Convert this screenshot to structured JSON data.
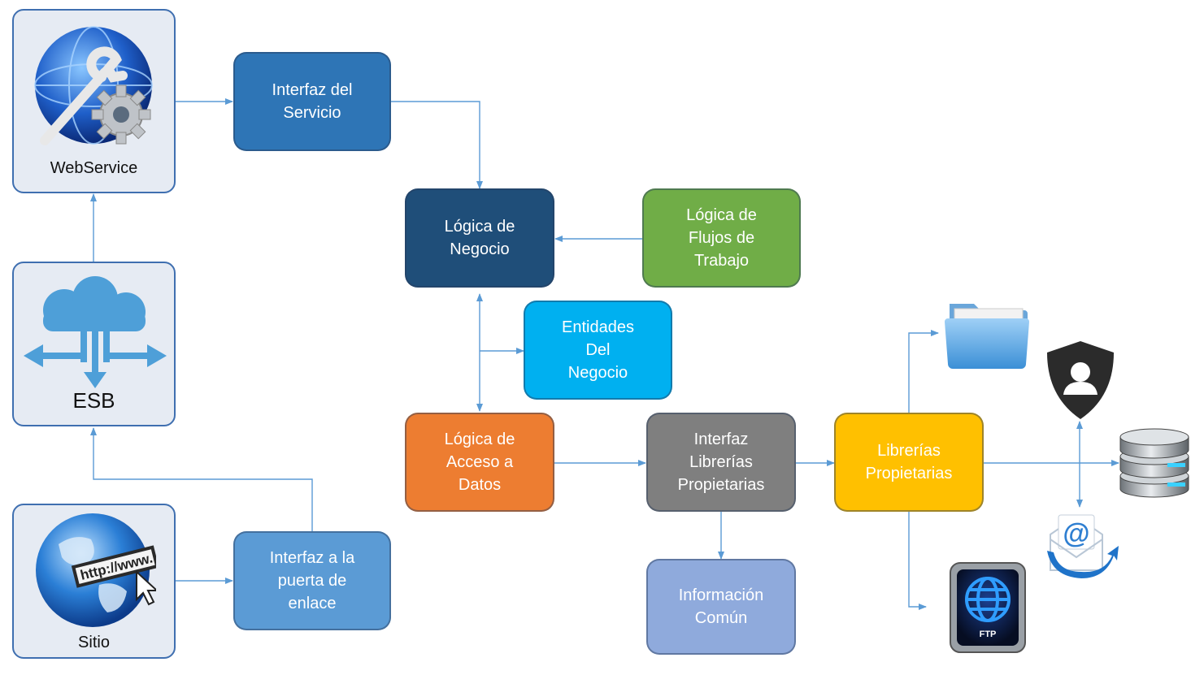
{
  "panels": {
    "webservice": {
      "label": "WebService",
      "icon": "webservice-globe-wrench-gear-icon"
    },
    "esb": {
      "label": "ESB",
      "icon": "cloud-arrows-icon"
    },
    "sitio": {
      "label": "Sitio",
      "icon": "globe-http-icon",
      "icon_text": "http://www."
    }
  },
  "boxes": {
    "interfaz_servicio": {
      "label": "Interfaz del\nServicio",
      "color": "#2e75b6"
    },
    "logica_negocio": {
      "label": "Lógica de\nNegocio",
      "color": "#1f4e79"
    },
    "logica_flujos": {
      "label": "Lógica de\nFlujos de\nTrabajo",
      "color": "#70ad47"
    },
    "entidades": {
      "label": "Entidades\nDel\nNegocio",
      "color": "#00b0f0"
    },
    "logica_acceso": {
      "label": "Lógica de\nAcceso a\nDatos",
      "color": "#ed7d31"
    },
    "interfaz_librerias": {
      "label": "Interfaz\nLibrerías\nPropietarias",
      "color": "#7f7f7f"
    },
    "librerias": {
      "label": "Librerías\nPropietarias",
      "color": "#ffc000"
    },
    "informacion_comun": {
      "label": "Información\nComún",
      "color": "#8faadc"
    },
    "interfaz_puerta": {
      "label": "Interfaz a la\npuerta de\nenlace",
      "color": "#5b9bd5"
    }
  },
  "resources": {
    "folder": {
      "icon": "folder-icon"
    },
    "security": {
      "icon": "user-shield-icon"
    },
    "database": {
      "icon": "database-icon"
    },
    "email": {
      "icon": "email-at-icon",
      "icon_text": "@"
    },
    "ftp": {
      "icon": "ftp-drive-icon",
      "icon_text": "FTP"
    }
  },
  "colors": {
    "connector": "#5b9bd5",
    "panel_border": "#3f6fb0",
    "panel_bg": "#e6ebf3"
  }
}
